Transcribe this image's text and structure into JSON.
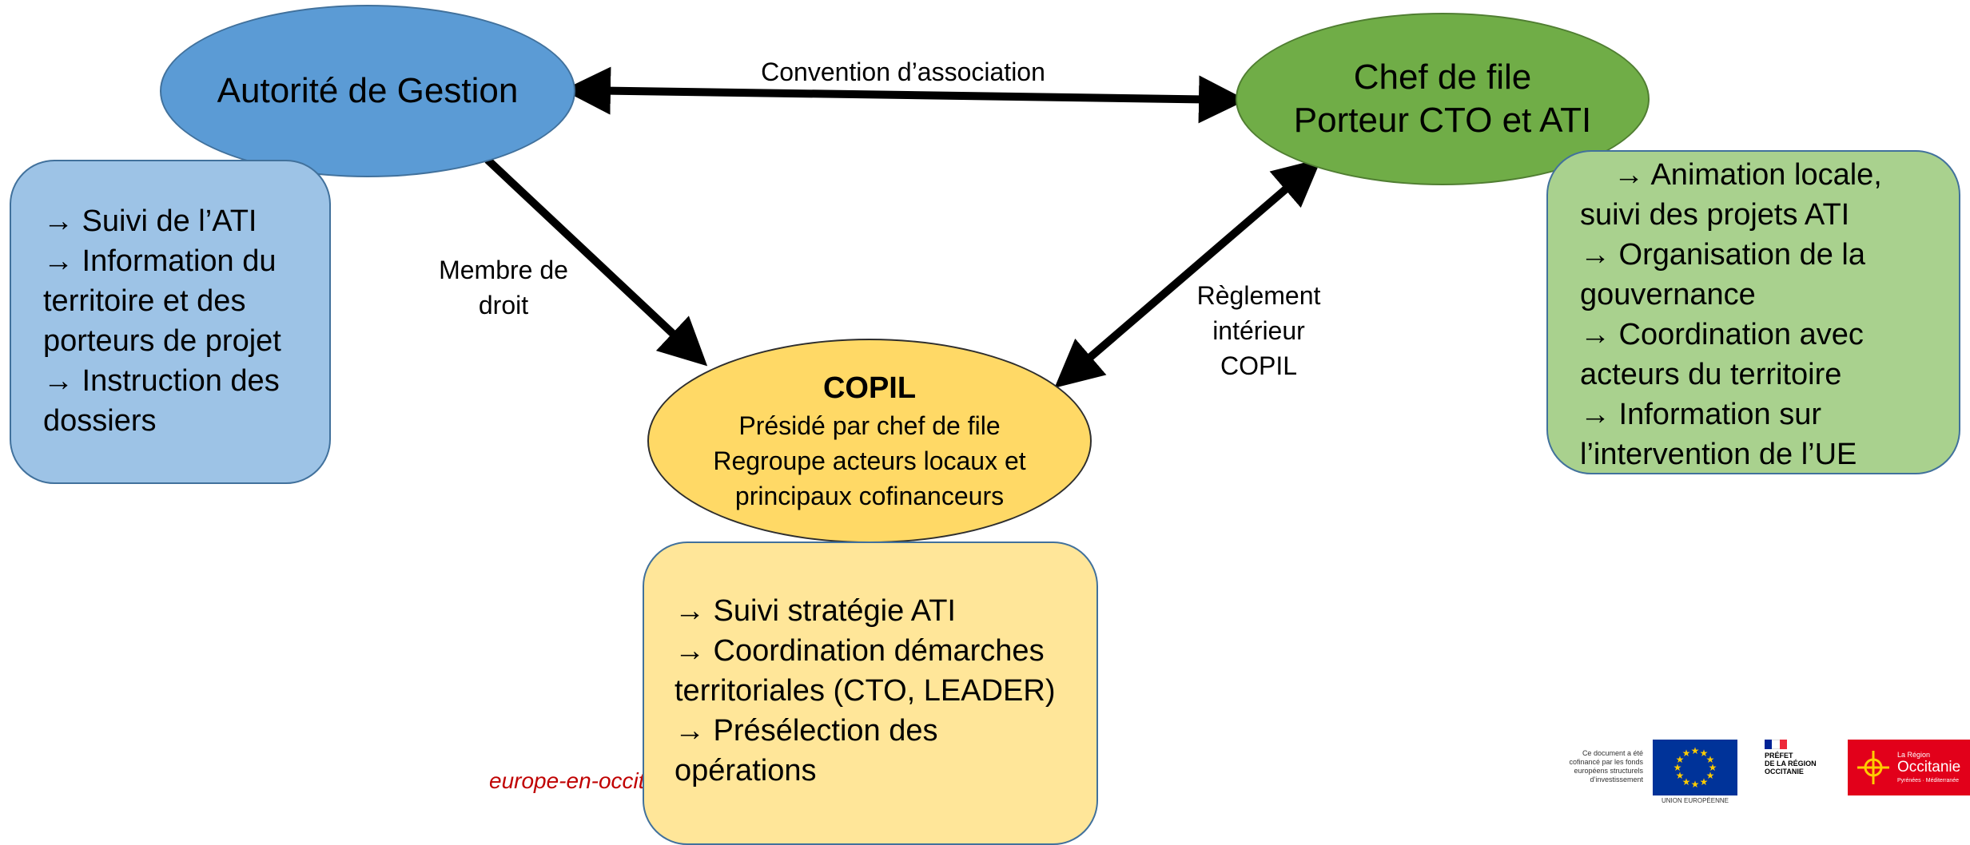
{
  "nodes": {
    "autorite": {
      "title": "Autorité de Gestion",
      "fill": "#5b9bd5",
      "stroke": "#41719c"
    },
    "chef": {
      "line1": "Chef de file",
      "line2": "Porteur CTO et ATI",
      "fill": "#70ad47",
      "stroke": "#507e32"
    },
    "copil": {
      "title": "COPIL",
      "line1": "Présidé par chef de file",
      "line2": "Regroupe acteurs locaux et",
      "line3": "principaux cofinanceurs",
      "fill": "#ffd966",
      "stroke": "#2e2e2e"
    }
  },
  "boxes": {
    "autorite": {
      "fill": "#9dc3e6",
      "stroke": "#41719c",
      "lines": [
        "→ Suivi de l’ATI",
        "→ Information du",
        "territoire et des",
        "porteurs de projet",
        "→ Instruction des",
        "dossiers"
      ]
    },
    "chef": {
      "fill": "#a9d18e",
      "stroke": "#41719c",
      "lines": [
        "→ Animation locale,",
        "suivi des projets ATI",
        "→ Organisation de la",
        "gouvernance",
        "→ Coordination avec",
        "acteurs du territoire",
        "→ Information sur",
        "l’intervention de l’UE"
      ]
    },
    "copil": {
      "fill": "#ffe699",
      "stroke": "#41719c",
      "lines": [
        "→ Suivi stratégie ATI",
        "→ Coordination démarches",
        "territoriales (CTO, LEADER)",
        "→ Présélection des",
        "opérations"
      ]
    }
  },
  "edges": {
    "convention": "Convention d’association",
    "membre_line1": "Membre de",
    "membre_line2": "droit",
    "reglement_line1": "Règlement",
    "reglement_line2": "intérieur",
    "reglement_line3": "COPIL"
  },
  "footer": {
    "site": "europe-en-occitanie.eu",
    "cofinance_line1": "Ce document a été",
    "cofinance_line2": "cofinancé par les fonds",
    "cofinance_line3": "européens structurels",
    "cofinance_line4": "d’investissement",
    "eu_label": "UNION EUROPÉENNE",
    "prefet_line1": "PRÉFET",
    "prefet_line2": "DE LA RÉGION",
    "prefet_line3": "OCCITANIE",
    "region_small": "La Région",
    "region_name": "Occitanie",
    "region_sub": "Pyrénées · Méditerranée",
    "eu_blue": "#003399",
    "eu_star": "#ffcc00",
    "region_red": "#e2001a",
    "site_color": "#c00000"
  }
}
